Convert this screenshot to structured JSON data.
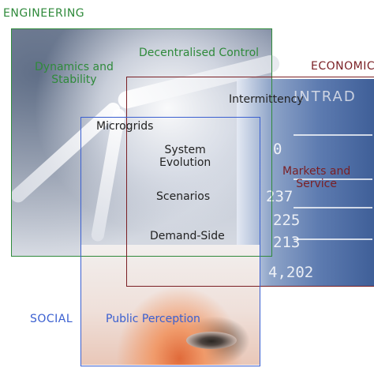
{
  "sections": {
    "engineering": "ENGINEERING",
    "economic": "ECONOMIC",
    "social": "SOCIAL"
  },
  "engineering_topics": {
    "dynamics_line1": "Dynamics and",
    "dynamics_line2": "Stability",
    "decentralised_control": "Decentralised Control"
  },
  "economic_topics": {
    "markets_line1": "Markets and",
    "markets_line2": "Service"
  },
  "shared_topics": {
    "intermittency": "Intermittency",
    "microgrids": "Microgrids",
    "system_evolution_line1": "System",
    "system_evolution_line2": "Evolution",
    "scenarios": "Scenarios",
    "demand_side": "Demand-Side"
  },
  "social_topics": {
    "public_perception": "Public Perception"
  },
  "background_text": {
    "screen_word": "INTRAD",
    "screen_values": [
      "0",
      "237",
      "225",
      "213",
      "4,202"
    ]
  },
  "colors": {
    "engineering": "#2f8a3b",
    "economic": "#7a1f24",
    "social": "#3a5fd0",
    "shared": "#222222"
  }
}
